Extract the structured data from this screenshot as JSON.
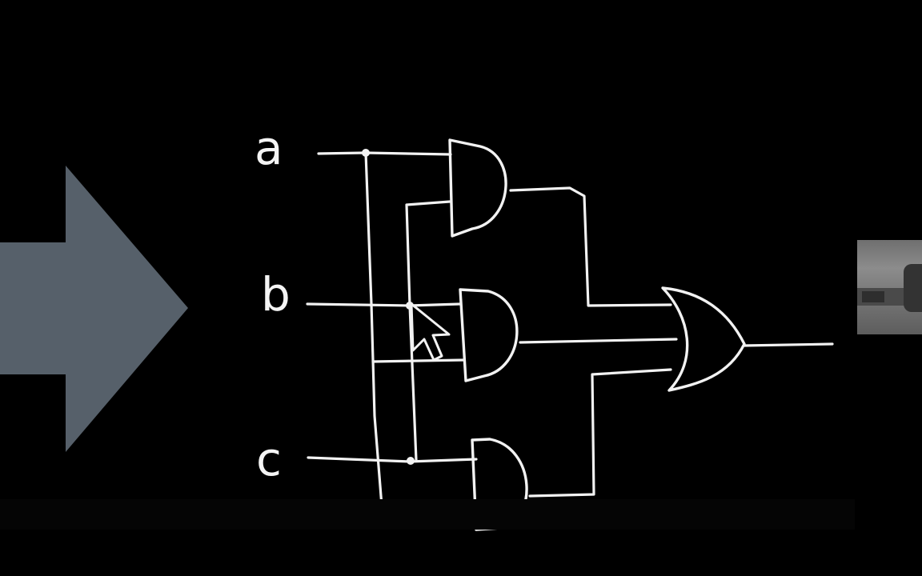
{
  "diagram": {
    "inputs": [
      {
        "id": "a",
        "label": "a"
      },
      {
        "id": "b",
        "label": "b"
      },
      {
        "id": "c",
        "label": "c"
      }
    ],
    "gates": [
      {
        "id": "and1",
        "type": "AND",
        "inputs": [
          "a",
          "b"
        ]
      },
      {
        "id": "and2",
        "type": "AND",
        "inputs": [
          "b",
          "a"
        ]
      },
      {
        "id": "and3",
        "type": "AND",
        "inputs": [
          "c",
          "a"
        ]
      },
      {
        "id": "or1",
        "type": "OR",
        "inputs": [
          "and1",
          "and2",
          "and3"
        ]
      }
    ],
    "output_gate": "or1"
  },
  "colors": {
    "background": "#000000",
    "ink": "#f2f2f2",
    "arrow": "#56606a"
  },
  "icons": {
    "arrow": "right-arrow-icon",
    "cursor": "mouse-pointer-icon"
  }
}
